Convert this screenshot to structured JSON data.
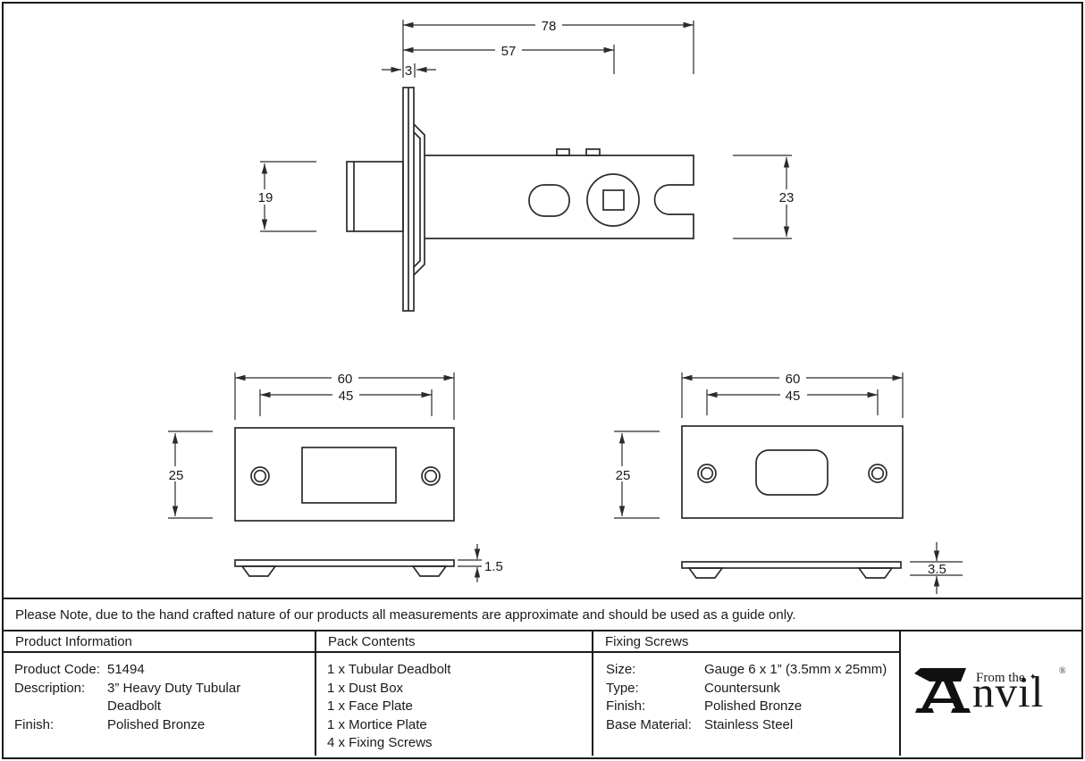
{
  "note": "Please Note, due to the hand crafted nature of our products all measurements are approximate and should be used as a guide only.",
  "table": {
    "product_information": {
      "header": "Product Information",
      "lines": [
        {
          "label": "Product Code:",
          "value": "51494"
        },
        {
          "label": "Description:",
          "value": "3” Heavy Duty Tubular"
        },
        {
          "label": "",
          "value": "Deadbolt"
        },
        {
          "label": "Finish:",
          "value": "Polished Bronze"
        }
      ]
    },
    "pack_contents": {
      "header": "Pack Contents",
      "items": [
        "1 x Tubular Deadbolt",
        "1 x Dust Box",
        "1 x Face Plate",
        "1 x Mortice Plate",
        "4 x Fixing Screws"
      ]
    },
    "fixing_screws": {
      "header": "Fixing Screws",
      "lines": [
        {
          "label": "Size:",
          "value": "Gauge 6 x 1” (3.5mm x 25mm)"
        },
        {
          "label": "Type:",
          "value": "Countersunk"
        },
        {
          "label": "Finish:",
          "value": "Polished Bronze"
        },
        {
          "label": "Base Material:",
          "value": "Stainless Steel"
        }
      ]
    }
  },
  "logo": {
    "from_the": "From the",
    "star": "✦",
    "word": "nvil",
    "registered": "®"
  },
  "drawings": {
    "side_view": {
      "overall_length": "78",
      "backset": "57",
      "faceplate_thickness": "3",
      "bolt_diameter": "19",
      "case_height": "23"
    },
    "face_plate": {
      "width": "60",
      "fixing_centres": "45",
      "height": "25",
      "thickness": "1.5"
    },
    "mortice_plate": {
      "width": "60",
      "fixing_centres": "45",
      "height": "25",
      "thickness": "3.5"
    }
  },
  "colors": {
    "line": "#2b2b2b",
    "background": "#ffffff"
  }
}
